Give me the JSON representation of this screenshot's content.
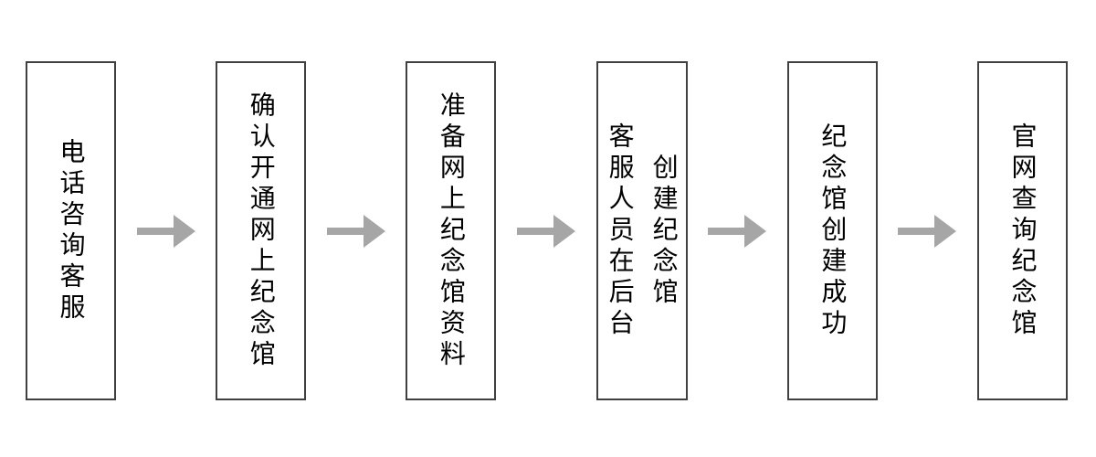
{
  "flow": {
    "type": "horizontal-flowchart",
    "steps": [
      {
        "label": "电话咨询客服"
      },
      {
        "label": "确认开通网上纪念馆"
      },
      {
        "label": "准备网上纪念馆资料"
      },
      {
        "label": "客服人员在后台\n创建纪念馆"
      },
      {
        "label": "纪念馆创建成功"
      },
      {
        "label": "官网查询纪念馆"
      }
    ],
    "colors": {
      "background": "#ffffff",
      "box_fill": "#ffffff",
      "box_border": "#404040",
      "arrow": "#a6a6a6",
      "text": "#000000"
    }
  }
}
